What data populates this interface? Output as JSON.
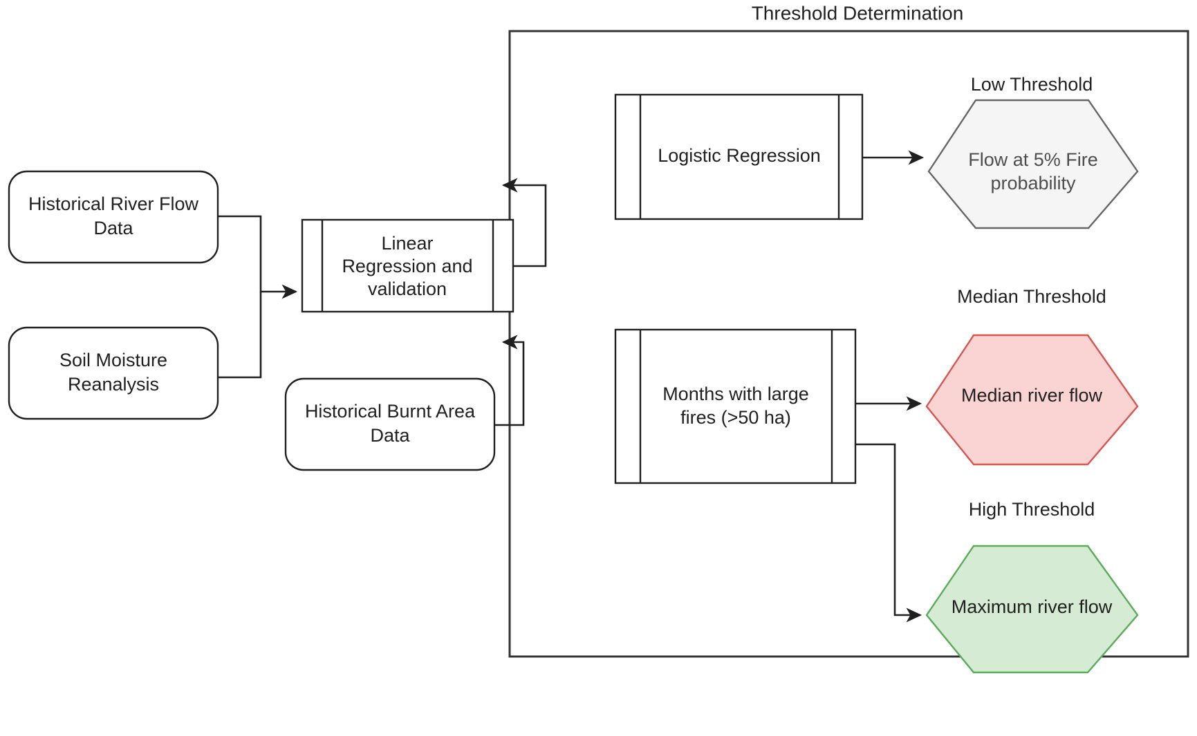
{
  "diagram": {
    "title": "Threshold Determination",
    "background_color": "#ffffff",
    "group": {
      "label": "Threshold Determination"
    },
    "input_nodes": [
      {
        "id": "historical-river-flow-data",
        "label_line1": "Historical River Flow",
        "label_line2": "Data",
        "shape": "rounded-rectangle"
      },
      {
        "id": "soil-moisture-reanalysis",
        "label_line1": "Soil Moisture",
        "label_line2": "Reanalysis",
        "shape": "rounded-rectangle"
      },
      {
        "id": "historical-burnt-area-data",
        "label_line1": "Historical Burnt Area",
        "label_line2": "Data",
        "shape": "rounded-rectangle"
      }
    ],
    "process_nodes": [
      {
        "id": "linear-regression-and-validation",
        "label_line1": "Linear",
        "label_line2": "Regression and",
        "label_line3": "validation",
        "shape": "predefined-process"
      },
      {
        "id": "logistic-regression",
        "label_line1": "Logistic Regression",
        "label_line2": "",
        "label_line3": "",
        "shape": "predefined-process"
      },
      {
        "id": "months-with-large-fires",
        "label_line1": "Months with large",
        "label_line2": "fires (>50 ha)",
        "label_line3": "",
        "shape": "predefined-process"
      }
    ],
    "threshold_nodes": [
      {
        "id": "low-threshold",
        "caption": "Low Threshold",
        "label_line1": "Flow at 5% Fire",
        "label_line2": "probability",
        "shape": "hexagon",
        "fill_color": "#f5f5f5",
        "stroke_color": "#666666"
      },
      {
        "id": "median-threshold",
        "caption": "Median Threshold",
        "label_line1": "Median river flow",
        "label_line2": "",
        "shape": "hexagon",
        "fill_color": "#fad3d3",
        "stroke_color": "#d9534f"
      },
      {
        "id": "high-threshold",
        "caption": "High Threshold",
        "label_line1": "Maximum river flow",
        "label_line2": "",
        "shape": "hexagon",
        "fill_color": "#d5ebd3",
        "stroke_color": "#5aab5a"
      }
    ],
    "edges": [
      {
        "id": "river-flow-to-linear-regression",
        "from": "historical-river-flow-data",
        "to": "linear-regression-and-validation"
      },
      {
        "id": "soil-moisture-to-linear-regression",
        "from": "soil-moisture-reanalysis",
        "to": "linear-regression-and-validation"
      },
      {
        "id": "linear-regression-to-logistic-regression",
        "from": "linear-regression-and-validation",
        "to": "logistic-regression"
      },
      {
        "id": "burnt-area-to-months-with-large-fires",
        "from": "historical-burnt-area-data",
        "to": "months-with-large-fires"
      },
      {
        "id": "logistic-regression-to-low-threshold",
        "from": "logistic-regression",
        "to": "low-threshold"
      },
      {
        "id": "months-to-median-threshold",
        "from": "months-with-large-fires",
        "to": "median-threshold"
      },
      {
        "id": "months-to-high-threshold",
        "from": "months-with-large-fires",
        "to": "high-threshold"
      }
    ]
  }
}
